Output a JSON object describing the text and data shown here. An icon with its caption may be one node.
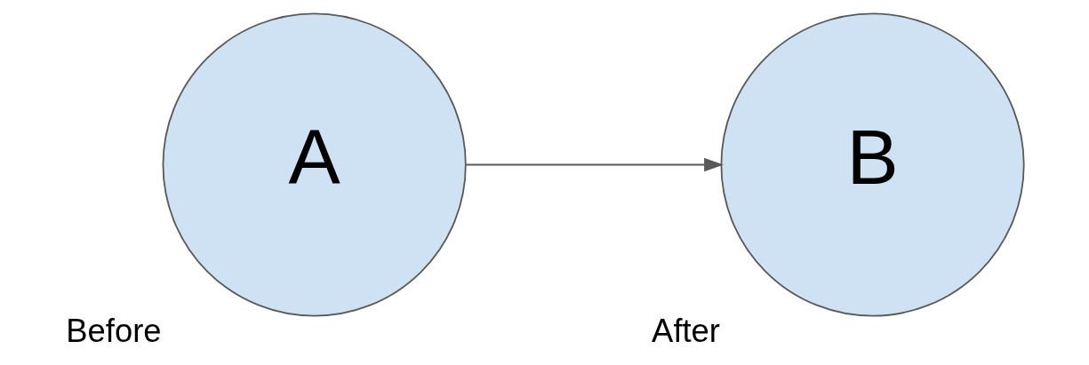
{
  "diagram": {
    "nodes": [
      {
        "text": [
          "A"
        ],
        "beside": [
          "Before"
        ]
      },
      {
        "text": [
          "B"
        ],
        "beside": [
          "After"
        ]
      }
    ],
    "edges": [
      {
        "from": 0,
        "to": 1,
        "arrow": "to"
      }
    ]
  }
}
